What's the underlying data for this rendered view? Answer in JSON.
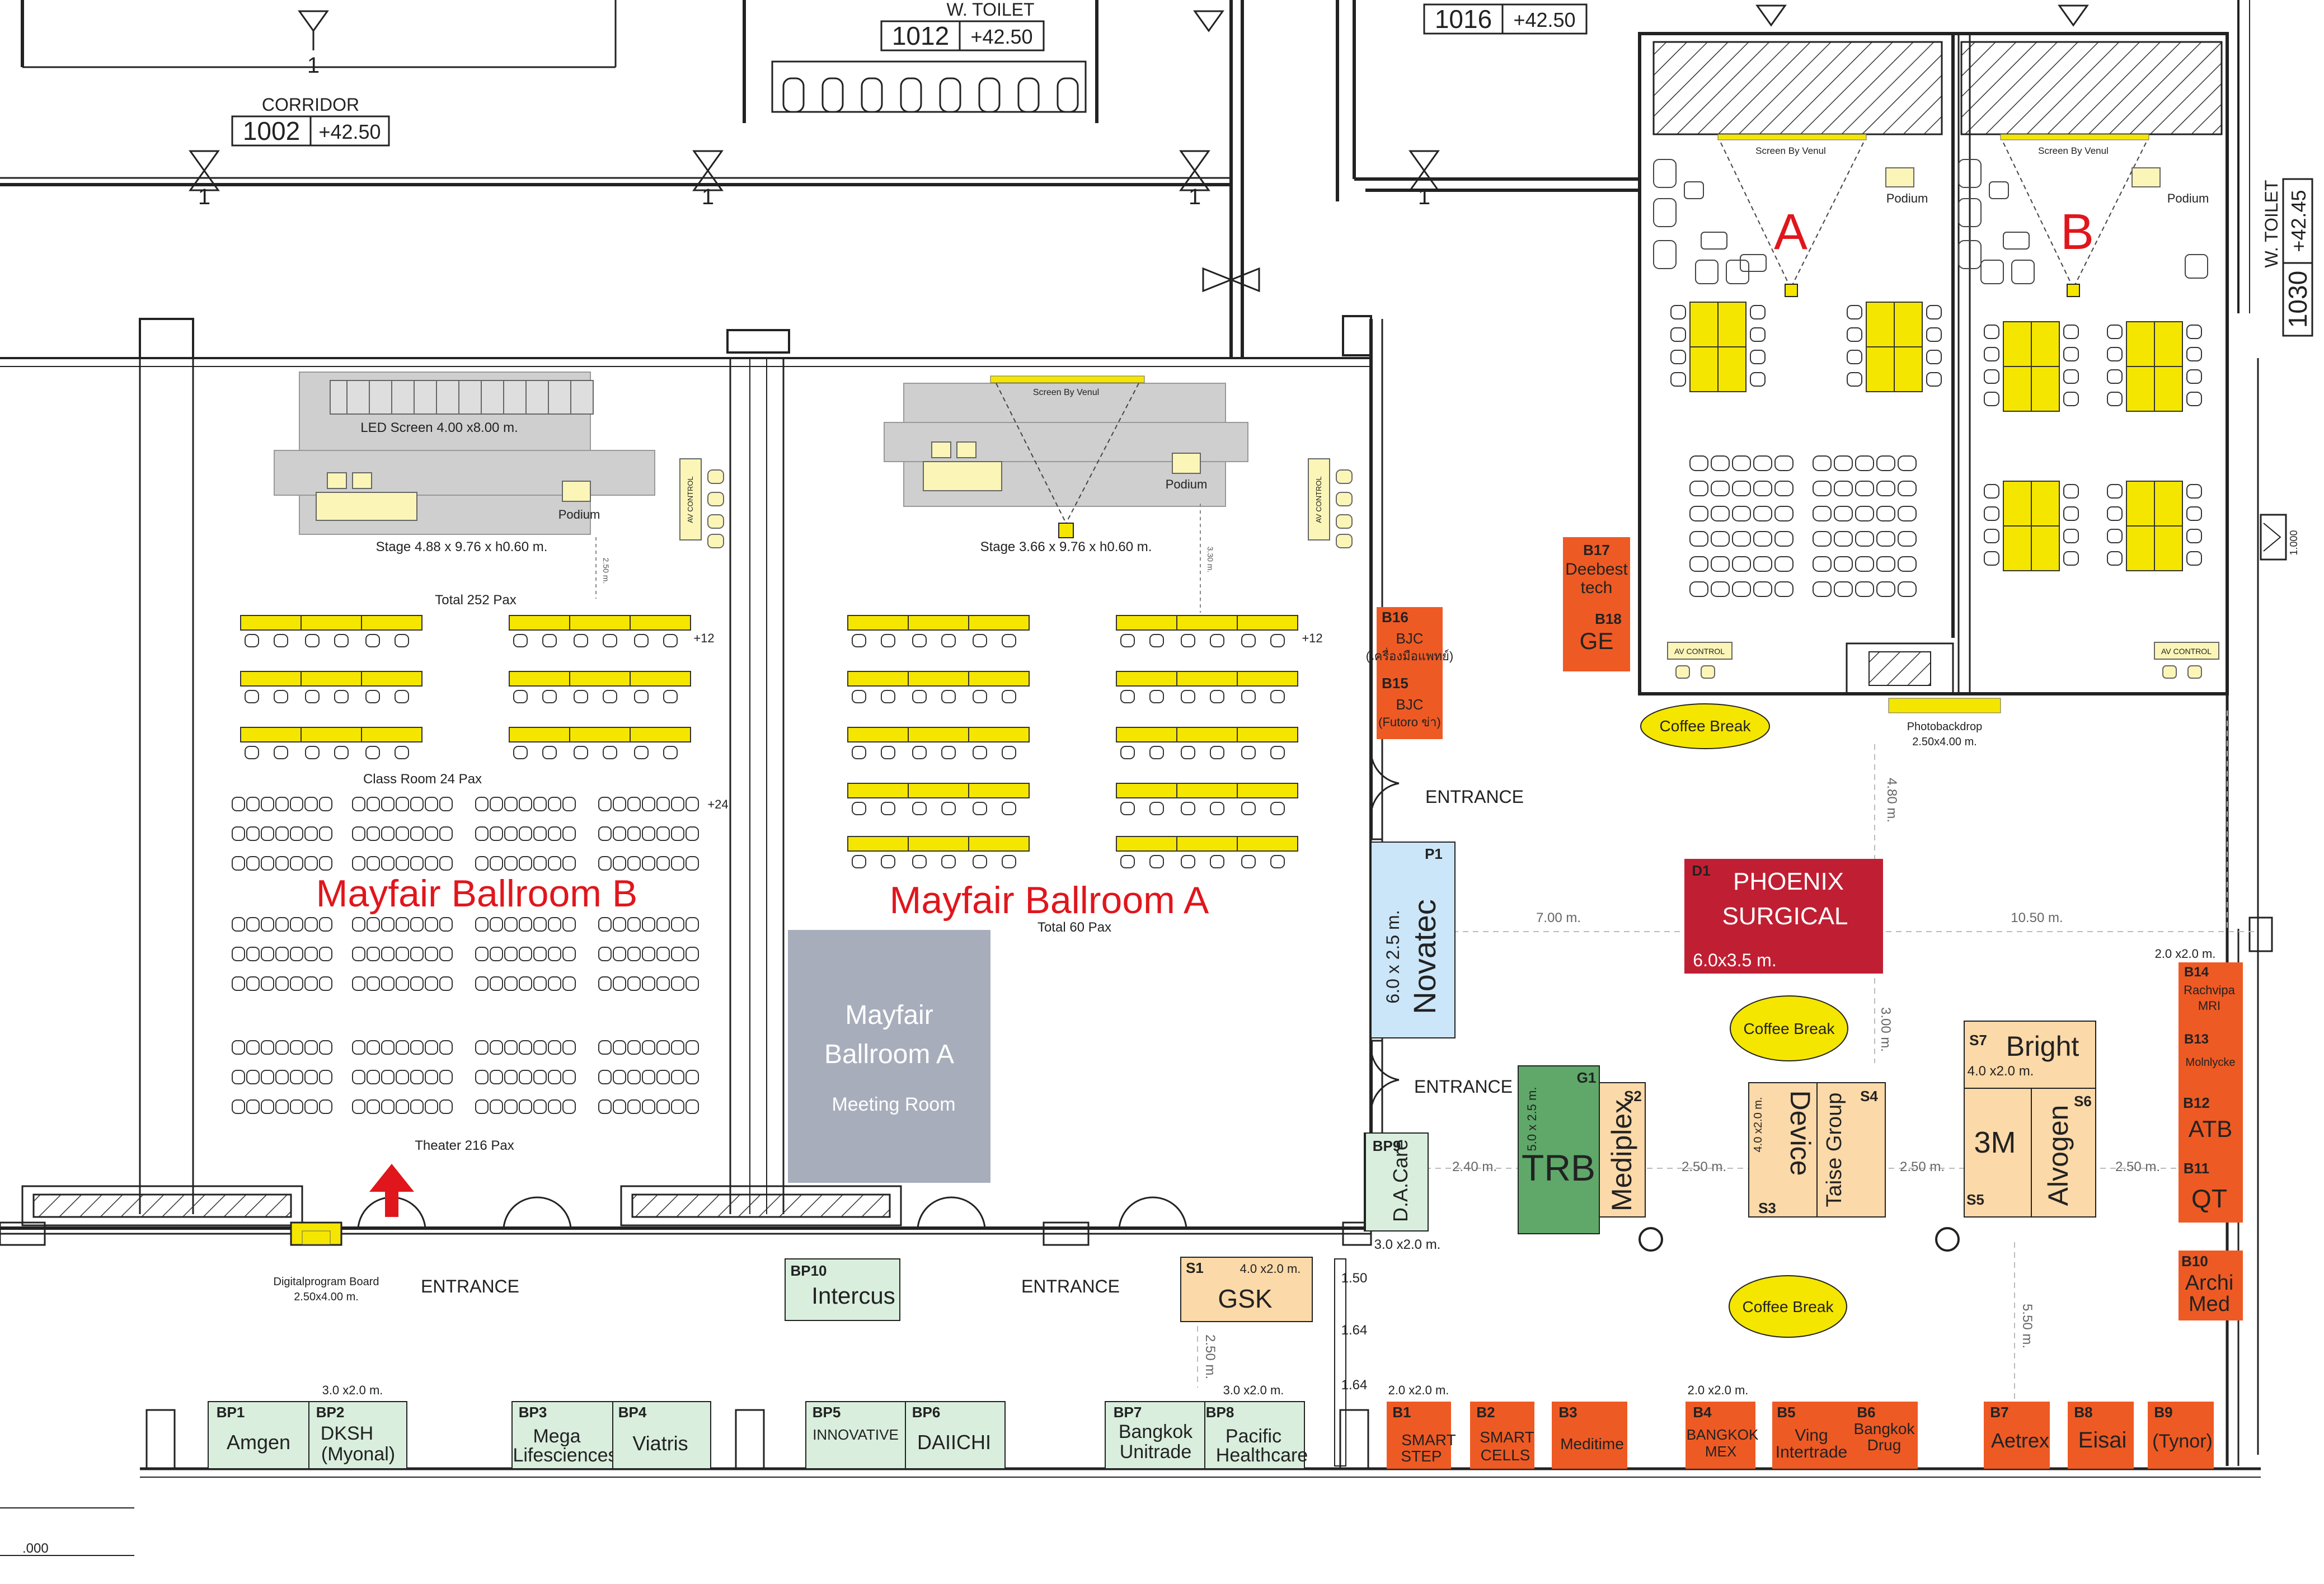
{
  "rooms": {
    "corridor_name": "CORRIDOR",
    "corridor_code": "1002",
    "corridor_level": "+42.50",
    "wtoilet1_name": "W. TOILET",
    "wtoilet1_code": "1012",
    "wtoilet1_level": "+42.50",
    "room1016_code": "1016",
    "room1016_level": "+42.50",
    "wtoilet2_name": "W. TOILET",
    "wtoilet2_code": "1030",
    "wtoilet2_level": "+42.45"
  },
  "ballroom_b": {
    "name": "Mayfair Ballroom B",
    "led_screen": "LED  Screen 4.00 x8.00 m.",
    "podium": "Podium",
    "stage": "Stage 4.88 x 9.76 x h0.60 m.",
    "av_control": "AV CONTROL",
    "dist1": "2.50 m.",
    "total": "Total 252 Pax",
    "plus12": "+12",
    "classroom": "Class Room 24 Pax",
    "plus24": "+24",
    "theater": "Theater 216 Pax"
  },
  "ballroom_a": {
    "name": "Mayfair Ballroom A",
    "screen": "Screen By Venul",
    "podium": "Podium",
    "stage": "Stage 3.66 x 9.76 x h0.60 m.",
    "av_control": "AV CONTROL",
    "dist1": "3.30 m.",
    "plus12": "+12",
    "total": "Total 60 Pax"
  },
  "meeting_room": {
    "line1": "Mayfair",
    "line2": "Ballroom A",
    "sub": "Meeting Room"
  },
  "rooms_ab": {
    "screen": "Screen By Venul",
    "podium": "Podium",
    "a_label": "A",
    "b_label": "B",
    "av_control": "AV CONTROL",
    "photo_backdrop": "Photobackdrop",
    "photo_size": "2.50x4.00 m.",
    "side_dim": "1.000"
  },
  "labels": {
    "entrance": "ENTRANCE",
    "coffee_break": "Coffee Break",
    "digital_board": "Digitalprogram Board",
    "digital_board_size": "2.50x4.00 m.",
    "bottom_dim": ".000"
  },
  "dims": {
    "d_4_80": "4.80 m.",
    "d_7_00": "7.00 m.",
    "d_10_50": "10.50 m.",
    "d_3_00": "3.00 m.",
    "d_2_40": "2.40 m.",
    "d_2_50a": "2.50 m.",
    "d_2_50b": "2.50 m.",
    "d_2_50c": "2.50 m.",
    "d_2_50v": "2.50 m.",
    "d_5_50": "5.50 m.",
    "d_1_50": "1.50",
    "d_1_64a": "1.64",
    "d_1_64b": "1.64",
    "d_3x2_a": "3.0 x2.0 m.",
    "d_3x2_b": "3.0 x2.0 m.",
    "d_3x2_c": "3.0 x2.0 m.",
    "d_2x2_a": "2.0 x2.0 m.",
    "d_2x2_b": "2.0 x2.0 m.",
    "d_2x2_c": "2.0 x2.0 m."
  },
  "booths": {
    "b17_id": "B17",
    "b17_l1": "Deebest",
    "b17_l2": "tech",
    "b18_id": "B18",
    "b18_l1": "GE",
    "b16_id": "B16",
    "b16_l1": "BJC",
    "b16_l2": "(เครื่องมือแพทย์)",
    "b15_id": "B15",
    "b15_l1": "BJC",
    "b15_l2": "(Futoro ข่า)",
    "p1_id": "P1",
    "p1_size": "6.0 x 2.5  m.",
    "p1_name": "Novatec",
    "d1_id": "D1",
    "d1_l1": "PHOENIX",
    "d1_l2": "SURGICAL",
    "d1_size": "6.0x3.5 m.",
    "g1_id": "G1",
    "g1_size": "5.0 x 2.5 m.",
    "g1_name": "TRB",
    "s2_id": "S2",
    "s2_name": "Mediplex",
    "s3_id": "S3",
    "s3_size": "4.0 x2.0 m.",
    "s3_name": "Device",
    "s4_id": "S4",
    "s4_name": "Taise Group",
    "s7_id": "S7",
    "s7_name": "Bright",
    "s7_size": "4.0 x2.0 m.",
    "s5_id": "S5",
    "s5_name": "3M",
    "s6_id": "S6",
    "s6_name": "Alvogen",
    "b14_id": "B14",
    "b14_l1": "Rachvipa",
    "b14_l2": "MRI",
    "b13_id": "B13",
    "b13_l1": "Molnlycke",
    "b12_id": "B12",
    "b12_l1": "ATB",
    "b11_id": "B11",
    "b11_l1": "QT",
    "b10_id": "B10",
    "b10_l1": "Archi",
    "b10_l2": "Med",
    "bp9_id": "BP9",
    "bp9_name": "D.A.Care",
    "bp9_size": "3.0 x2.0 m.",
    "bp10_id": "BP10",
    "bp10_name": "Intercus",
    "s1_id": "S1",
    "s1_size": "4.0 x2.0 m.",
    "s1_name": "GSK",
    "bp1_id": "BP1",
    "bp1_name": "Amgen",
    "bp2_id": "BP2",
    "bp2_l1": "DKSH",
    "bp2_l2": "(Myonal)",
    "bp3_id": "BP3",
    "bp3_l1": "Mega",
    "bp3_l2": "Lifesciences",
    "bp4_id": "BP4",
    "bp4_name": "Viatris",
    "bp5_id": "BP5",
    "bp5_name": "INNOVATIVE",
    "bp6_id": "BP6",
    "bp6_name": "DAIICHI",
    "bp7_id": "BP7",
    "bp7_l1": "Bangkok",
    "bp7_l2": "Unitrade",
    "bp8_id": "BP8",
    "bp8_l1": "Pacific",
    "bp8_l2": "Healthcare",
    "b1_id": "B1",
    "b1_l1": "SMART",
    "b1_l2": "STEP",
    "b2_id": "B2",
    "b2_l1": "SMART",
    "b2_l2": "CELLS",
    "b3_id": "B3",
    "b3_l1": "Meditime",
    "b4_id": "B4",
    "b4_l1": "BANGKOK",
    "b4_l2": "MEX",
    "b5_id": "B5",
    "b5_l1": "Ving",
    "b5_l2": "Intertrade",
    "b6_id": "B6",
    "b6_l1": "Bangkok",
    "b6_l2": "Drug",
    "b7_id": "B7",
    "b7_l1": "Aetrex",
    "b8_id": "B8",
    "b8_l1": "Eisai",
    "b9_id": "B9",
    "b9_l1": "(Tynor)"
  },
  "colors": {
    "orange": "#ee5a24",
    "green_light": "#d9eedd",
    "green_dark": "#5fa86a",
    "peach": "#fcd9a8",
    "crimson": "#c01f33",
    "blue_light": "#cbe6f8",
    "slate": "#a7adbb",
    "yellow": "#f5e600",
    "red": "#e0161c"
  }
}
